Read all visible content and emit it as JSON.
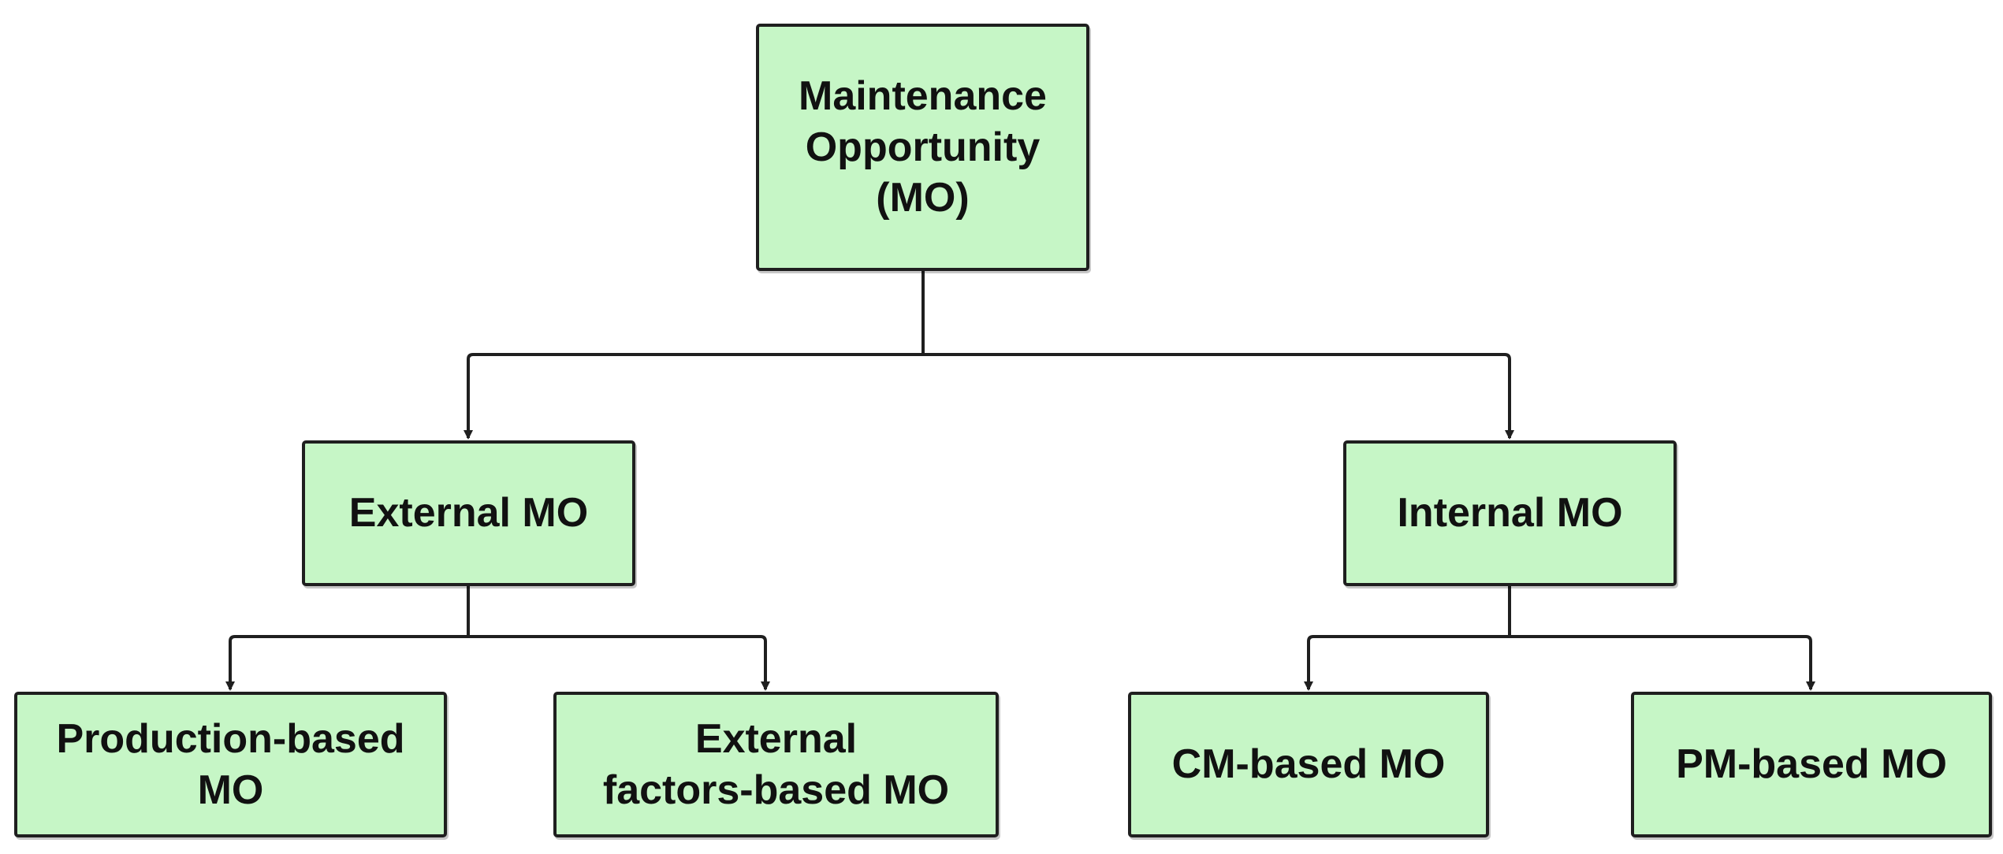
{
  "diagram": {
    "type": "tree",
    "colors": {
      "node_fill": "#c6f6c6",
      "node_border": "#1f1f1f",
      "connector": "#1f1f1f",
      "text": "#111111"
    },
    "nodes": {
      "root": {
        "label": "Maintenance\nOpportunity\n(MO)"
      },
      "external": {
        "label": "External MO"
      },
      "internal": {
        "label": "Internal MO"
      },
      "production_based": {
        "label": "Production-based\nMO"
      },
      "external_factors_based": {
        "label": "External\nfactors-based MO"
      },
      "cm_based": {
        "label": "CM-based MO"
      },
      "pm_based": {
        "label": "PM-based MO"
      }
    },
    "edges": [
      {
        "from": "root",
        "to": "external"
      },
      {
        "from": "root",
        "to": "internal"
      },
      {
        "from": "external",
        "to": "production_based"
      },
      {
        "from": "external",
        "to": "external_factors_based"
      },
      {
        "from": "internal",
        "to": "cm_based"
      },
      {
        "from": "internal",
        "to": "pm_based"
      }
    ]
  }
}
